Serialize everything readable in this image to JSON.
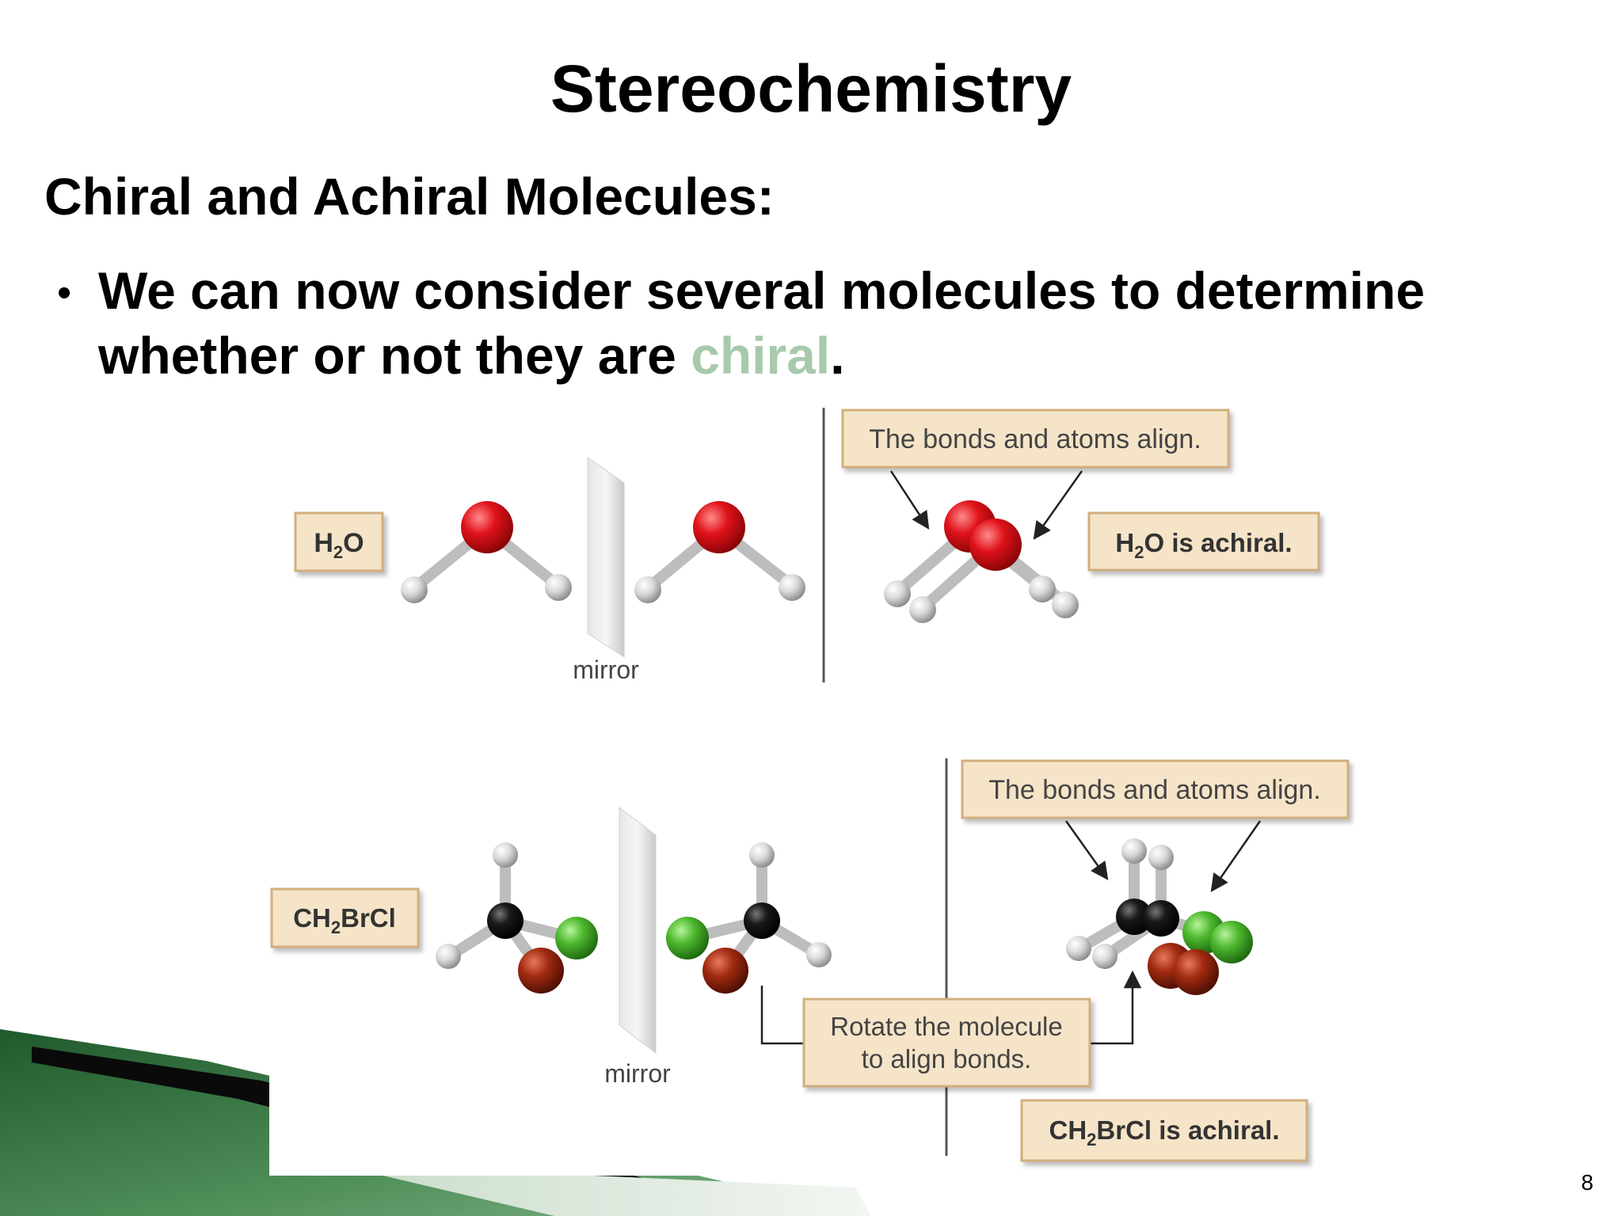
{
  "slide": {
    "title": "Stereochemistry",
    "subtitle": "Chiral and Achiral Molecules:",
    "bullet": {
      "marker": "•",
      "text_before": "We can now consider several molecules to determine whether or not they are ",
      "highlight": "chiral",
      "text_after": "."
    },
    "page_number": "8"
  },
  "figure": {
    "top": {
      "formula_label": {
        "main": "H",
        "sub": "2",
        "rest": "O"
      },
      "mirror_label": "mirror",
      "align_label": "The bonds and atoms align.",
      "conclusion": {
        "main": "H",
        "sub": "2",
        "rest": "O is achiral."
      }
    },
    "bottom": {
      "formula_label": {
        "main": "CH",
        "sub": "2",
        "rest": "BrCl"
      },
      "mirror_label": "mirror",
      "align_label": "The bonds and atoms align.",
      "rotate_label": {
        "line1": "Rotate the molecule",
        "line2": "to align bonds."
      },
      "conclusion": {
        "main": "CH",
        "sub": "2",
        "rest": "BrCl is achiral."
      }
    }
  },
  "colors": {
    "highlight": "#a8c9ad",
    "label_fill": "#f5e4c8",
    "label_border": "#d2ae7e",
    "oxygen": "#e0121a",
    "hydrogen": "#d9d9d9",
    "carbon": "#1a1a1a",
    "chlorine": "#4db82e",
    "bromine": "#a12a10",
    "green_decoration": "#2f6b3a"
  }
}
